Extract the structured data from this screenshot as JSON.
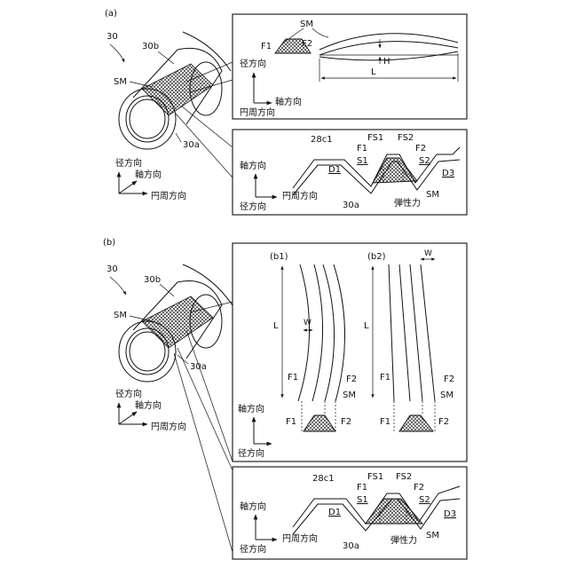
{
  "panel_a": {
    "label": "(a)",
    "ref_30": "30",
    "ref_30b": "30b",
    "ref_SM": "SM",
    "ref_30a": "30a",
    "axis_radial": "径方向",
    "axis_axial": "軸方向",
    "axis_circ": "円周方向",
    "upper": {
      "SM": "SM",
      "F1": "F1",
      "F2": "F2",
      "H": "H",
      "L": "L",
      "axis_radial": "径方向",
      "axis_axial": "軸方向",
      "axis_circ": "円周方向"
    },
    "lower": {
      "ref_28c1": "28c1",
      "FS1": "FS1",
      "FS2": "FS2",
      "F1": "F1",
      "F2": "F2",
      "S1": "S1",
      "S2": "S2",
      "D1": "D1",
      "D3": "D3",
      "SM": "SM",
      "ref_30a": "30a",
      "force": "弾性力",
      "axis_axial": "軸方向",
      "axis_radial": "径方向",
      "axis_circ": "円周方向"
    }
  },
  "panel_b": {
    "label": "(b)",
    "ref_30": "30",
    "ref_30b": "30b",
    "ref_SM": "SM",
    "ref_30a": "30a",
    "axis_radial": "径方向",
    "axis_axial": "軸方向",
    "axis_circ": "円周方向",
    "upper": {
      "b1": "(b1)",
      "b2": "(b2)",
      "L": "L",
      "W": "W",
      "F1": "F1",
      "F2": "F2",
      "SM": "SM",
      "L2": "L",
      "W2": "W",
      "F1b": "F1",
      "F2b": "F2",
      "SM2": "SM",
      "bF1": "F1",
      "bF2": "F2",
      "bF1b": "F1",
      "bF2b": "F2",
      "axis_axial": "軸方向",
      "axis_radial": "径方向"
    },
    "lower": {
      "ref_28c1": "28c1",
      "FS1": "FS1",
      "FS2": "FS2",
      "F1": "F1",
      "F2": "F2",
      "S1": "S1",
      "S2": "S2",
      "D1": "D1",
      "D3": "D3",
      "SM": "SM",
      "ref_30a": "30a",
      "force": "弾性力",
      "axis_axial": "軸方向",
      "axis_radial": "径方向",
      "axis_circ": "円周方向"
    }
  }
}
